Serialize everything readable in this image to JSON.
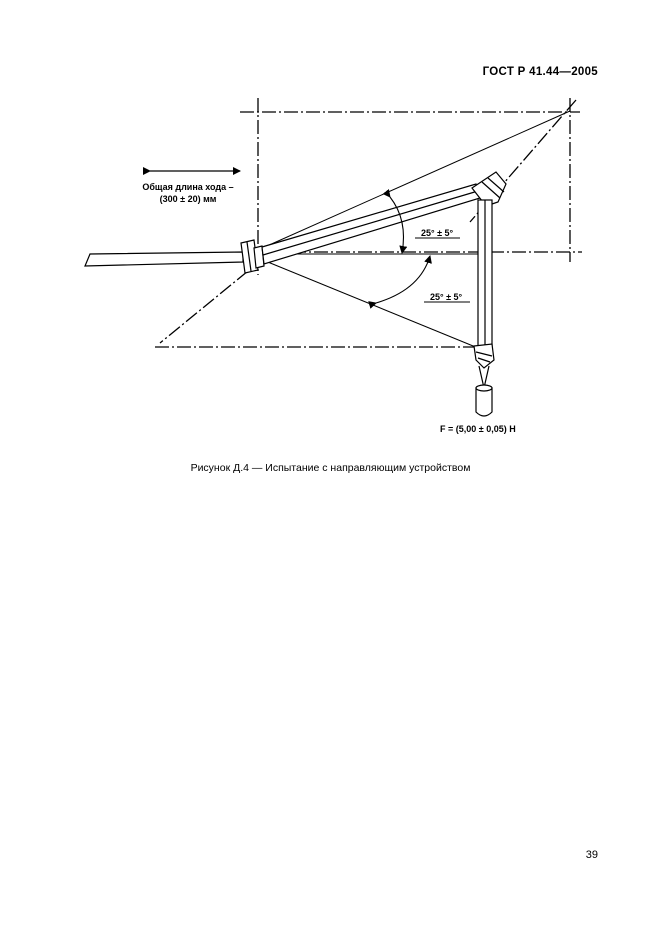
{
  "header": {
    "doc_id": "ГОСТ Р 41.44—2005"
  },
  "figure": {
    "label_length_line1": "Общая длина хода –",
    "label_length_line2": "(300 ± 20) мм",
    "angle_upper": "25° ± 5°",
    "angle_lower": "25° ± 5°",
    "force_label": "F = (5,00 ± 0,05) H",
    "caption": "Рисунок Д.4 — Испытание с направляющим устройством"
  },
  "footer": {
    "page_number": "39"
  }
}
